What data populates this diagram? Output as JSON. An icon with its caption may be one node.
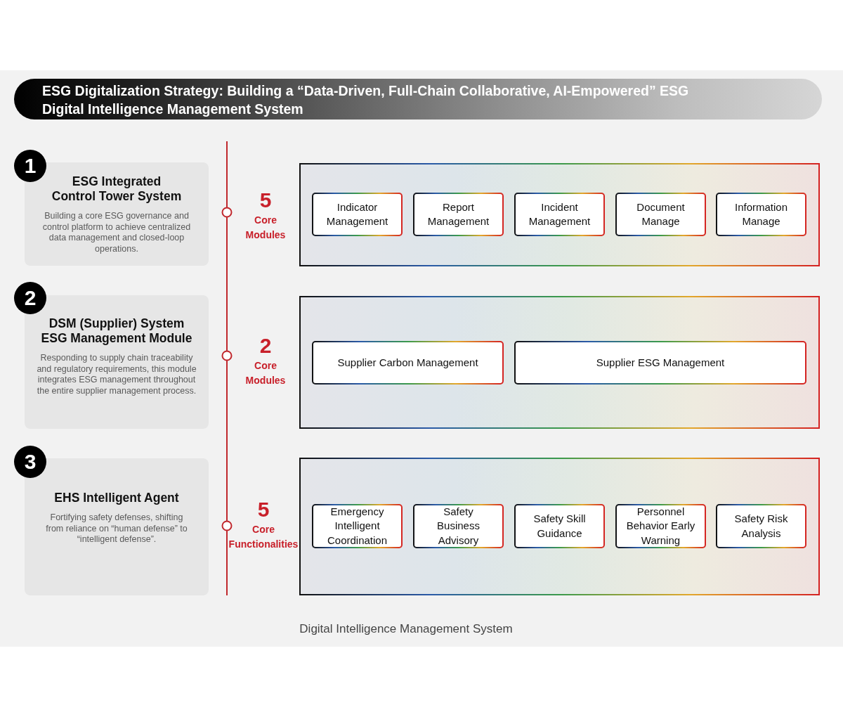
{
  "diagram": {
    "title": "ESG Digitalization Strategy: Building a “Data-Driven, Full-Chain Collaborative, AI-Empowered” ESG Digital Intelligence Management System",
    "caption": "Digital Intelligence Management System",
    "nodes": [
      {
        "text": [
          "1"
        ]
      },
      {
        "text": [
          "ESG Integrated Control Tower System",
          "Building a core ESG governance and control platform to achieve centralized data management and closed-loop operations."
        ]
      },
      {
        "text": [],
        "shape": "box",
        "beside": [
          "5",
          "Core Modules"
        ]
      },
      {
        "text": [
          "Indicator Management"
        ],
        "in": 2
      },
      {
        "text": [
          "Report Management"
        ],
        "in": 2
      },
      {
        "text": [
          "Incident Management"
        ],
        "in": 2
      },
      {
        "text": [
          "Document Manage"
        ],
        "in": 2
      },
      {
        "text": [
          "Information Manage"
        ],
        "in": 2
      },
      {
        "text": [
          "2"
        ]
      },
      {
        "text": [
          "DSM (Supplier) System ESG Management Module",
          "Responding to supply chain traceability and regulatory requirements, this module integrates ESG management throughout the entire supplier management process."
        ]
      },
      {
        "text": [],
        "shape": "box",
        "beside": [
          "2",
          "Core Modules"
        ]
      },
      {
        "text": [
          "Supplier Carbon Management"
        ],
        "in": 10
      },
      {
        "text": [
          "Supplier ESG Management"
        ],
        "in": 10
      },
      {
        "text": [
          "3"
        ]
      },
      {
        "text": [
          "EHS Intelligent Agent",
          "Fortifying safety defenses, shifting from reliance on “human defense” to “intelligent defense”."
        ]
      },
      {
        "text": [],
        "shape": "box",
        "beside": [
          "5",
          "Core Functionalities"
        ]
      },
      {
        "text": [
          "Emergency Intelligent Coordination"
        ],
        "in": 15
      },
      {
        "text": [
          "Safety Business Advisory"
        ],
        "in": 15
      },
      {
        "text": [
          "Safety Skill Guidance"
        ],
        "in": 15
      },
      {
        "text": [
          "Personnel Behavior Early Warning"
        ],
        "in": 15
      },
      {
        "text": [
          "Safety Risk Analysis"
        ],
        "in": 15
      }
    ]
  }
}
